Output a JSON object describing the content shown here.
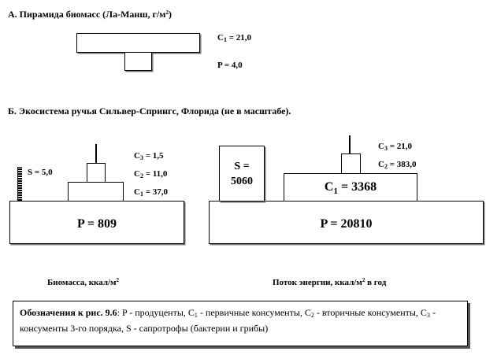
{
  "section_a": {
    "title_prefix": "А. Пирамида биомасс (Ла-Манш, г/м",
    "title_sup": "2",
    "title_suffix": ")",
    "c1_label": "C",
    "c1_sub": "1",
    "c1_value": " = 21,0",
    "p_label": "P = 4,0"
  },
  "section_b": {
    "title": "Б. Экосистема ручья Сильвер-Спрингс, Флорида (не в масштабе).",
    "biomass": {
      "s_label": "S = 5,0",
      "c3_label": "C",
      "c3_sub": "3",
      "c3_value": " = 1,5",
      "c2_label": "C",
      "c2_sub": "2",
      "c2_value": " = 11,0",
      "c1_label": "C",
      "c1_sub": "1",
      "c1_value": " = 37,0",
      "p_label": "P = 809",
      "caption_prefix": "Биомасса, ккал/м",
      "caption_sup": "2"
    },
    "energy": {
      "s_line1": "S =",
      "s_line2": "5060",
      "c3_label": "C",
      "c3_sub": "3",
      "c3_value": " = 21,0",
      "c2_label": "C",
      "c2_sub": "2",
      "c2_value": " = 383,0",
      "c1_label": "C",
      "c1_sub": "1",
      "c1_value": " = 3368",
      "p_label": "P = 20810",
      "caption_prefix": "Поток энергии, ккал/м",
      "caption_sup": "2",
      "caption_suffix": " в год"
    }
  },
  "legend": {
    "bold_prefix": "Обозначения к рис. 9.6",
    "t1": ": P - продуценты, C",
    "s1": "1",
    "t2": " - первичные консументы, C",
    "s2": "2",
    "t3": " - вторичные консументы, C",
    "s3": "3",
    "t4": " - консументы 3-го порядка, S - сапротрофы (бактерии и грибы)"
  }
}
